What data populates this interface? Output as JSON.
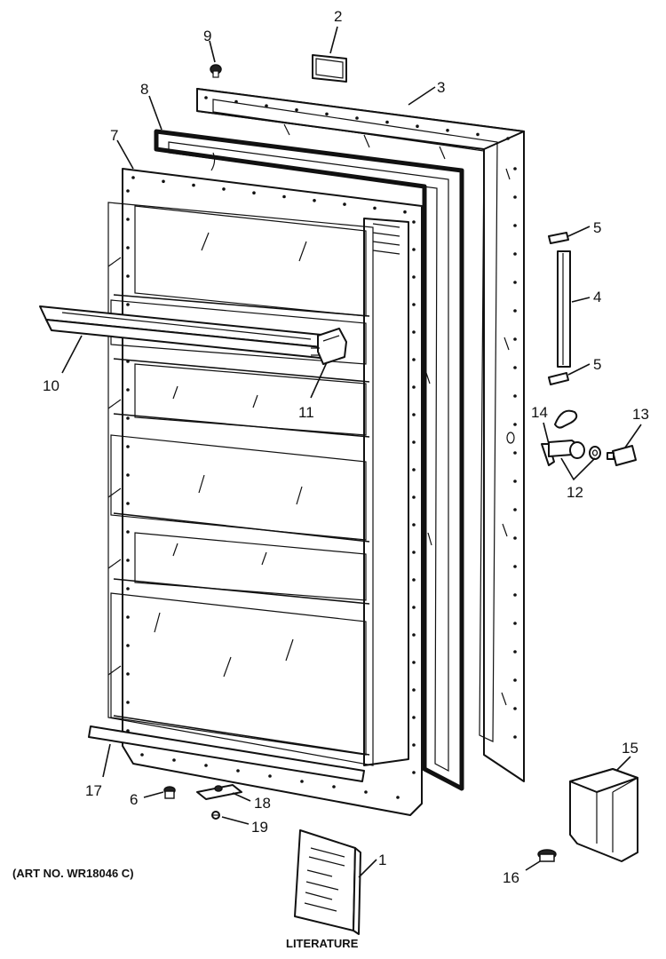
{
  "diagram": {
    "art_number": "(ART NO. WR18046 C)",
    "literature_caption": "LITERATURE",
    "callouts": {
      "c1": "1",
      "c2": "2",
      "c3": "3",
      "c4": "4",
      "c5a": "5",
      "c5b": "5",
      "c6": "6",
      "c7": "7",
      "c8": "8",
      "c9": "9",
      "c10": "10",
      "c11": "11",
      "c12": "12",
      "c13": "13",
      "c14": "14",
      "c15": "15",
      "c16": "16",
      "c17": "17",
      "c18": "18",
      "c19": "19"
    }
  }
}
